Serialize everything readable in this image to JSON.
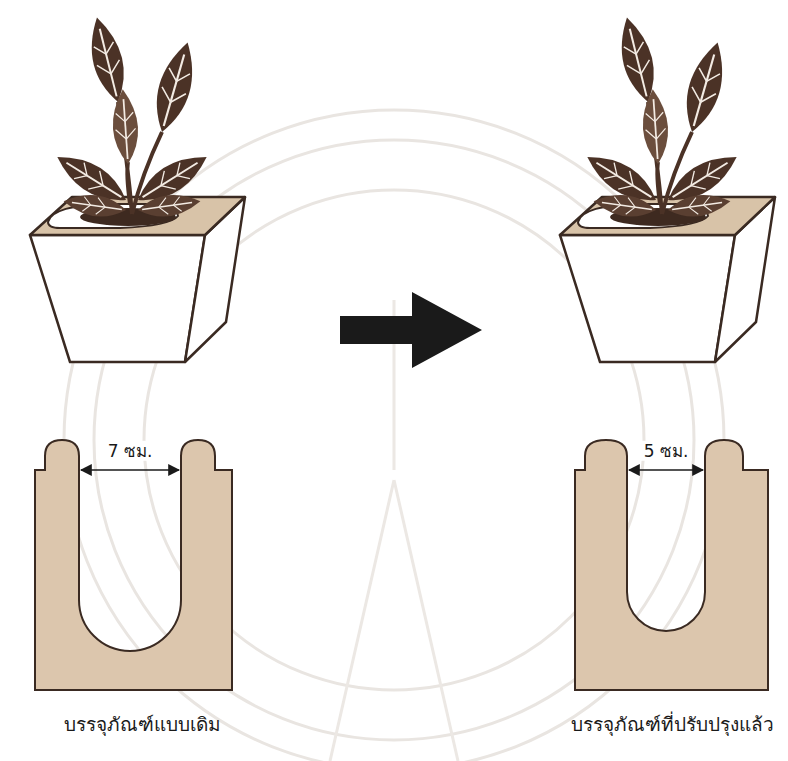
{
  "diagram": {
    "labels": [
      "7 ซม.",
      "5 ซม.",
      "บรรจุภัณฑ์แบบเดิม",
      "บรรจุภัณฑ์ที่ปรับปรุงแล้ว"
    ]
  }
}
